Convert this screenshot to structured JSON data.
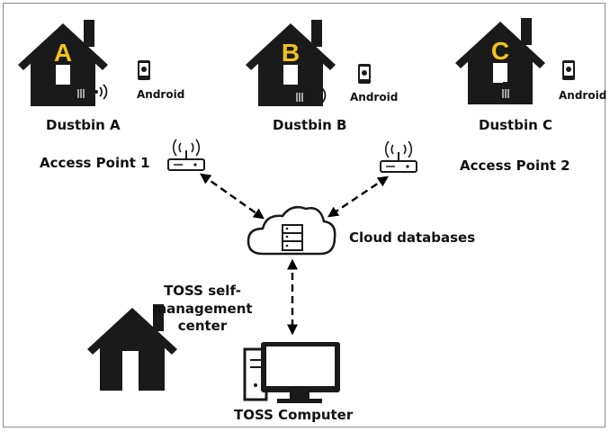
{
  "houses": [
    {
      "letter": "A",
      "device_label": "Android",
      "bin_label": "Dustbin A"
    },
    {
      "letter": "B",
      "device_label": "Android",
      "bin_label": "Dustbin B"
    },
    {
      "letter": "C",
      "device_label": "Android",
      "bin_label": "Dustbin C"
    }
  ],
  "access_points": [
    {
      "label": "Access Point 1"
    },
    {
      "label": "Access Point 2"
    }
  ],
  "cloud": {
    "label": "Cloud databases"
  },
  "center": {
    "label_line1": "TOSS self-",
    "label_line2": "management center"
  },
  "computer": {
    "label": "TOSS Computer"
  },
  "colors": {
    "letter": "#f2c21b",
    "ink": "#1a1a1a",
    "arrow": "#000000"
  }
}
